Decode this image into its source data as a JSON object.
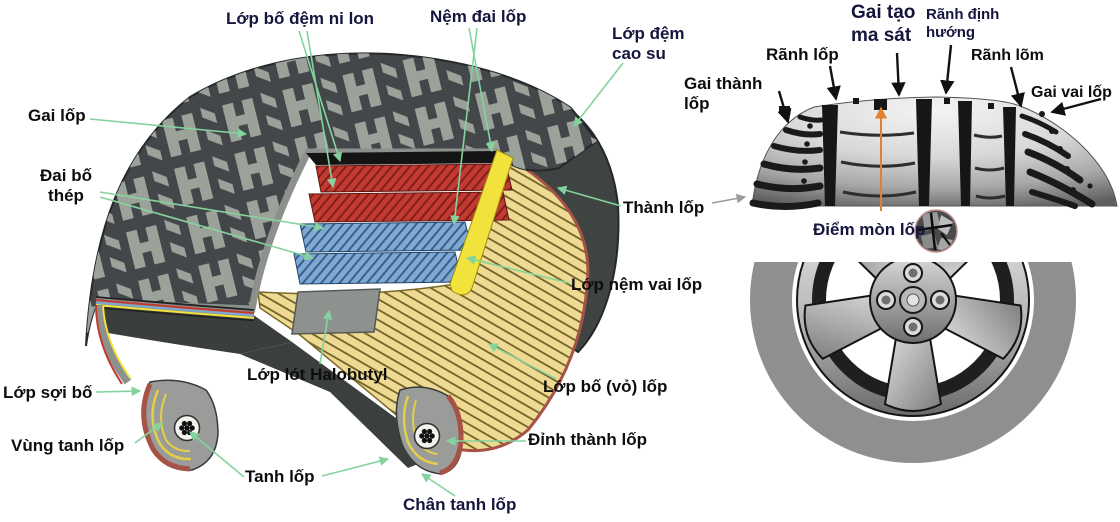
{
  "diagram": {
    "description": "Vietnamese tire structure diagram: cutaway tire, tread pattern, wheel",
    "background": "#ffffff"
  },
  "colors": {
    "label_black": "#0d0d0d",
    "label_navy": "#15153d",
    "leader_green": "#84d39e",
    "arrow_black": "#111111",
    "arrow_gray": "#9a9a9a",
    "arrow_orange": "#e0812f",
    "belt_red": "#c23a32",
    "belt_red_hatch": "#811f19",
    "belt_blue": "#7fa8d2",
    "belt_blue_hatch": "#38608c",
    "cushion_yellow": "#f1e23c",
    "cord_tan": "#eeda92",
    "cord_line": "#6b5a22",
    "liner_gray": "#8e928f",
    "tire_dark": "#43474a",
    "tread_block_gray": "#9ba29a",
    "bead_brown": "#a65246",
    "wheel_tire_gray": "#8f8f8f"
  },
  "labels": {
    "gai_lop": {
      "text": "Gai lốp"
    },
    "dai_bo_thep": {
      "text": "Đai bố\nthép"
    },
    "lop_bo_dem_ni_lon": {
      "text": "Lớp bố đệm ni lon"
    },
    "nem_dai_lop": {
      "text": "Nệm đai lốp"
    },
    "lop_dem_cao_su": {
      "text": "Lớp đệm\ncao su"
    },
    "thanh_lop": {
      "text": "Thành lốp"
    },
    "lop_nem_vai_lop": {
      "text": "Lớp nệm vai lốp"
    },
    "lop_bo_vo_lop": {
      "text": "Lớp bố (vỏ) lốp"
    },
    "dinh_thanh_lop": {
      "text": "Đỉnh thành lốp"
    },
    "chan_tanh_lop": {
      "text": "Chân tanh lốp"
    },
    "tanh_lop": {
      "text": "Tanh lốp"
    },
    "vung_tanh_lop": {
      "text": "Vùng tanh lốp"
    },
    "lop_soi_bo": {
      "text": "Lớp sợi bố"
    },
    "lop_lot_halobutyl": {
      "text": "Lớp lót Halobutyl"
    },
    "gai_thanh_lop": {
      "text": "Gai thành\nlốp"
    },
    "ranh_lop": {
      "text": "Rãnh lốp"
    },
    "gai_tao_ma_sat": {
      "text": "Gai tạo\nma sát"
    },
    "ranh_dinh_huong": {
      "text": "Rãnh định\nhướng"
    },
    "ranh_lom": {
      "text": "Rãnh lõm"
    },
    "gai_vai_lop": {
      "text": "Gai vai lốp"
    },
    "diem_mon_lop": {
      "text": "Điểm mòn lốp"
    }
  }
}
